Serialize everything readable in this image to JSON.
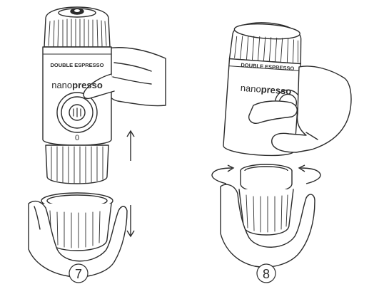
{
  "steps": [
    {
      "number": "7",
      "product_label": "DOUBLE ESPRESSO",
      "brand_light": "nano",
      "brand_bold": "presso",
      "dial_zero": "0",
      "arrows": [
        "up",
        "down"
      ]
    },
    {
      "number": "8",
      "product_label": "DOUBLE ESPRESSO",
      "brand_light": "nano",
      "brand_bold": "presso",
      "arrows": [
        "counter-clockwise",
        "clockwise"
      ]
    }
  ],
  "colors": {
    "line": "#2b2b2b",
    "fill": "#ffffff",
    "shade": "#e6e6e6"
  }
}
